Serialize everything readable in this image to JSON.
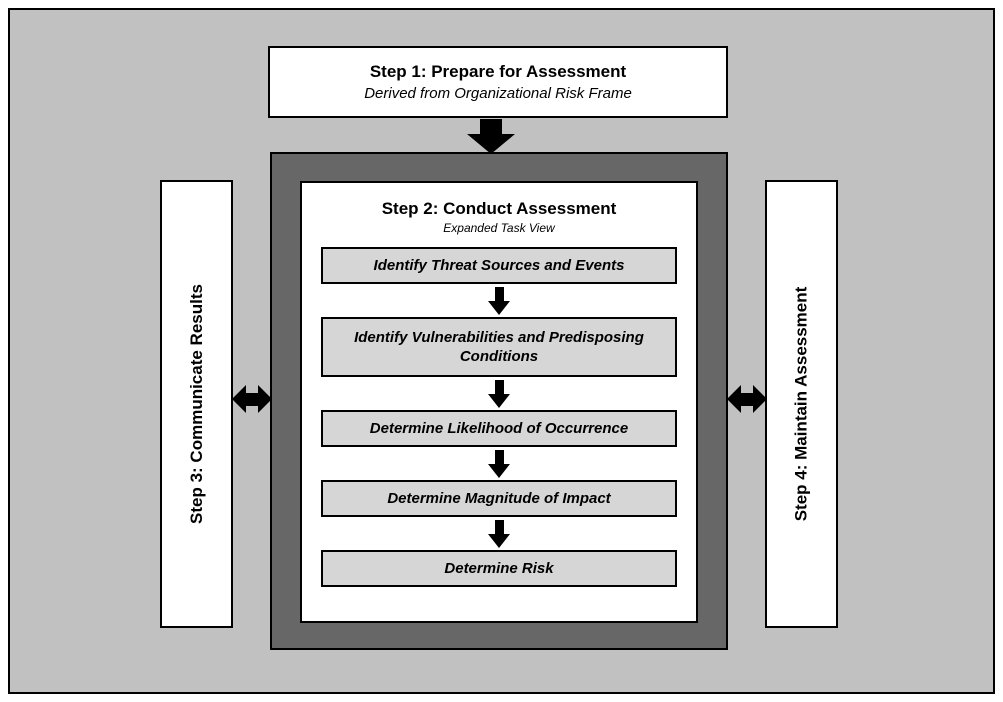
{
  "colors": {
    "canvas_bg": "#ffffff",
    "frame_bg": "#c1c1c1",
    "dark_panel_bg": "#676767",
    "task_fill": "#d6d6d6",
    "box_fill": "#ffffff",
    "line": "#000000"
  },
  "step1": {
    "title": "Step 1: Prepare for Assessment",
    "subtitle": "Derived from Organizational Risk Frame"
  },
  "step2": {
    "title": "Step 2: Conduct Assessment",
    "subtitle": "Expanded Task View",
    "tasks": [
      "Identify Threat Sources and Events",
      "Identify Vulnerabilities and Predisposing Conditions",
      "Determine Likelihood of Occurrence",
      "Determine Magnitude of Impact",
      "Determine Risk"
    ]
  },
  "step3": {
    "title": "Step 3: Communicate Results"
  },
  "step4": {
    "title": "Step 4: Maintain Assessment"
  }
}
